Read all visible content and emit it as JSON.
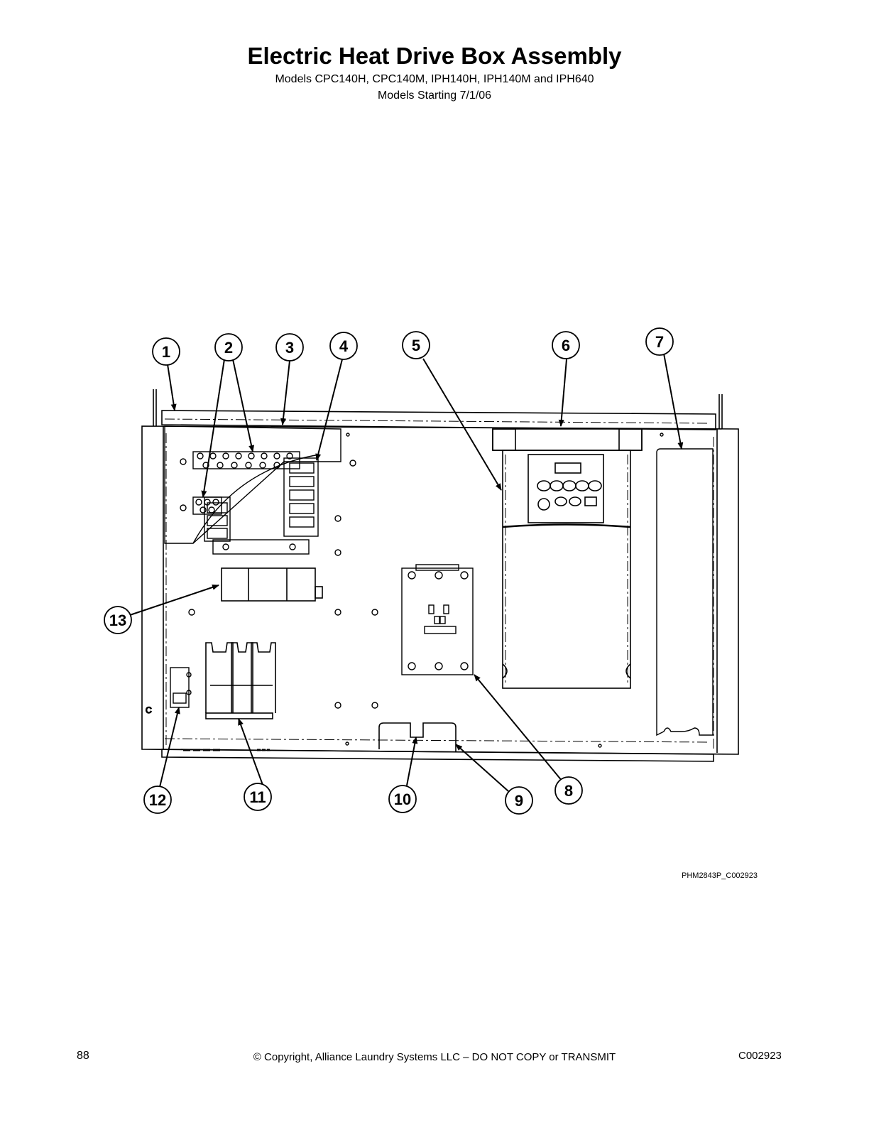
{
  "header": {
    "title": "Electric Heat Drive Box Assembly",
    "models": "Models CPC140H, CPC140M, IPH140H, IPH140M and IPH640",
    "starting": "Models Starting 7/1/06"
  },
  "callouts": [
    "1",
    "2",
    "3",
    "4",
    "5",
    "6",
    "7",
    "8",
    "9",
    "10",
    "11",
    "12",
    "13"
  ],
  "figure_id": "PHM2843P_C002923",
  "footer": {
    "page_number": "88",
    "copyright": "© Copyright, Alliance Laundry Systems LLC – DO NOT COPY or TRANSMIT",
    "doc_code": "C002923"
  }
}
